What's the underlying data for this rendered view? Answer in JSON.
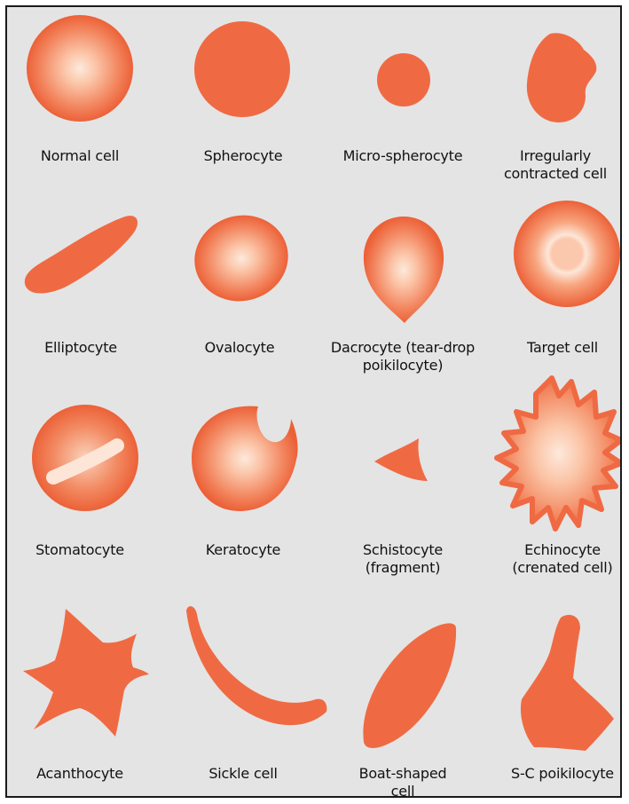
{
  "colors": {
    "background": "#e4e4e4",
    "border": "#1a1a1a",
    "cell_fill": "#ef6a43",
    "cell_highlight": "#fde9dc",
    "text": "#111111"
  },
  "cells": [
    {
      "id": "normal-cell",
      "label": "Normal cell"
    },
    {
      "id": "spherocyte",
      "label": "Spherocyte"
    },
    {
      "id": "micro-spherocyte",
      "label": "Micro-spherocyte"
    },
    {
      "id": "irregularly-contracted-cell",
      "label": "Irregularly\ncontracted cell"
    },
    {
      "id": "elliptocyte",
      "label": "Elliptocyte"
    },
    {
      "id": "ovalocyte",
      "label": "Ovalocyte"
    },
    {
      "id": "dacrocyte",
      "label": "Dacrocyte (tear-drop\npoikilocyte)"
    },
    {
      "id": "target-cell",
      "label": "Target cell"
    },
    {
      "id": "stomatocyte",
      "label": "Stomatocyte"
    },
    {
      "id": "keratocyte",
      "label": "Keratocyte"
    },
    {
      "id": "schistocyte",
      "label": "Schistocyte\n(fragment)"
    },
    {
      "id": "echinocyte",
      "label": "Echinocyte\n(crenated cell)"
    },
    {
      "id": "acanthocyte",
      "label": "Acanthocyte"
    },
    {
      "id": "sickle-cell",
      "label": "Sickle cell"
    },
    {
      "id": "boat-shaped-cell",
      "label": "Boat-shaped\ncell"
    },
    {
      "id": "s-c-poikilocyte",
      "label": "S-C poikilocyte"
    }
  ]
}
